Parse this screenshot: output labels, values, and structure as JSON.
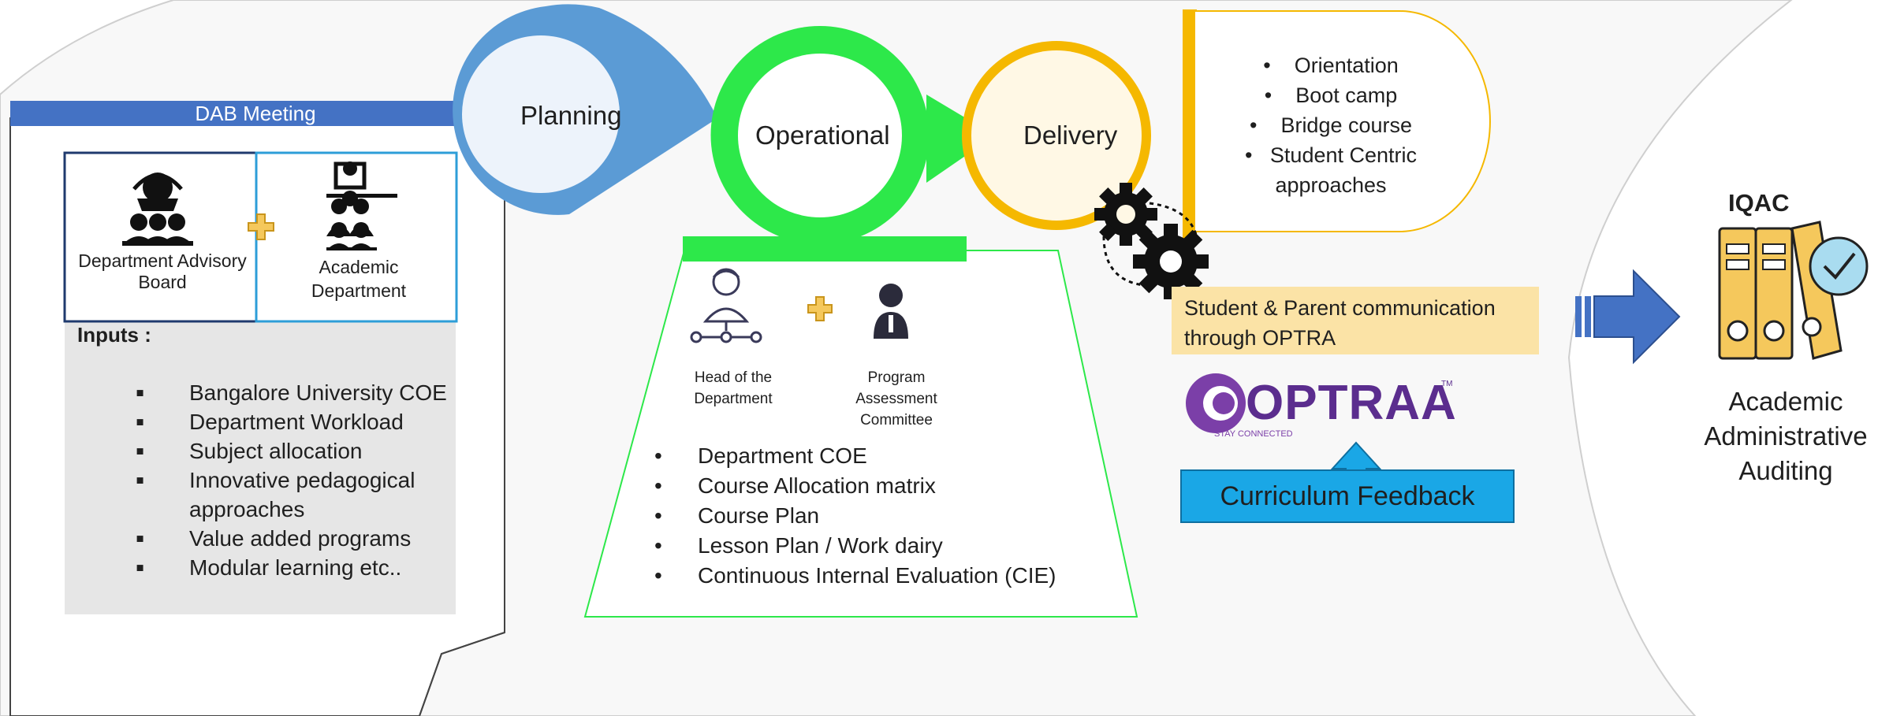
{
  "dab": {
    "title": "DAB Meeting",
    "board_label": "Department Advisory Board",
    "department_label": "Academic Department",
    "inputs_title": "Inputs :",
    "inputs": [
      "Bangalore University COE",
      "Department Workload",
      "Subject allocation",
      "Innovative pedagogical approaches",
      "Value added programs",
      "Modular learning etc.."
    ]
  },
  "phases": {
    "planning": "Planning",
    "operational": "Operational",
    "delivery": "Delivery"
  },
  "operational": {
    "hod_label": "Head of the Department",
    "pac_label": "Program Assessment Committee",
    "items": [
      "Department COE",
      "Course Allocation matrix",
      "Course Plan",
      "Lesson Plan / Work dairy",
      "Continuous Internal Evaluation (CIE)"
    ]
  },
  "delivery": {
    "items": [
      "Orientation",
      "Boot camp",
      "Bridge course",
      "Student Centric approaches"
    ],
    "communication": "Student & Parent communication through OPTRA",
    "logo_text": "OPTRAA",
    "logo_tagline": "STAY CONNECTED",
    "logo_tm": "TM",
    "feedback": "Curriculum Feedback"
  },
  "iqac": {
    "title": "IQAC",
    "caption": "Academic Administrative Auditing"
  },
  "colors": {
    "blue_bar": "#4472c4",
    "planning": "#5b9bd5",
    "operational": "#2de84a",
    "delivery": "#f5b800",
    "comm_bg": "#fbe3a6",
    "feedback_bg": "#1aa7e6",
    "arrow": "#4472c4",
    "logo": "#5b2d8e"
  }
}
